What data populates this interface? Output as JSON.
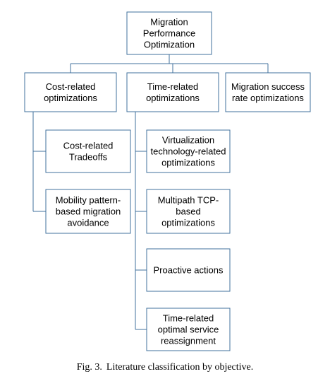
{
  "diagram": {
    "colors": {
      "line": "#41719c",
      "box_fill": "#ffffff",
      "text": "#000000"
    },
    "nodes": [
      {
        "id": "root",
        "label": [
          "Migration",
          "Performance",
          "Optimization"
        ]
      },
      {
        "id": "cost",
        "label": [
          "Cost-related",
          "optimizations"
        ]
      },
      {
        "id": "time",
        "label": [
          "Time-related",
          "optimizations"
        ]
      },
      {
        "id": "success",
        "label": [
          "Migration success",
          "rate optimizations"
        ]
      },
      {
        "id": "cost-tradeoffs",
        "label": [
          "Cost-related",
          "Tradeoffs"
        ]
      },
      {
        "id": "mobility",
        "label": [
          "Mobility pattern-",
          "based migration",
          "avoidance"
        ]
      },
      {
        "id": "virtualization",
        "label": [
          "Virtualization",
          "technology-related",
          "optimizations"
        ]
      },
      {
        "id": "multipath",
        "label": [
          "Multipath TCP-",
          "based",
          "optimizations"
        ]
      },
      {
        "id": "proactive",
        "label": [
          "Proactive actions"
        ]
      },
      {
        "id": "reassignment",
        "label": [
          "Time-related",
          "optimal service",
          "reassignment"
        ]
      }
    ],
    "edges": [
      [
        "root",
        "cost"
      ],
      [
        "root",
        "time"
      ],
      [
        "root",
        "success"
      ],
      [
        "cost",
        "cost-tradeoffs"
      ],
      [
        "cost",
        "mobility"
      ],
      [
        "time",
        "virtualization"
      ],
      [
        "time",
        "multipath"
      ],
      [
        "time",
        "proactive"
      ],
      [
        "time",
        "reassignment"
      ]
    ]
  },
  "caption": {
    "figure_number": "Fig. 3.",
    "text": "Literature classification by objective."
  }
}
